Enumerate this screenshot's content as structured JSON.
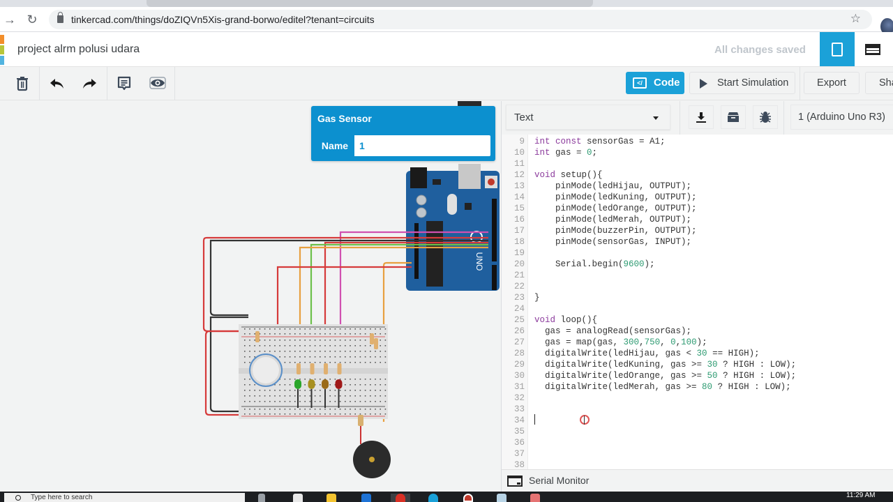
{
  "browser": {
    "url": "tinkercad.com/things/doZIQVn5Xis-grand-borwo/editel?tenant=circuits",
    "back_icon": "arrow-right-icon",
    "reload_icon": "reload-icon"
  },
  "header": {
    "project_title": "project alrm polusi udara",
    "save_status": "All changes saved",
    "logo_colors": [
      "#f28e2b",
      "#b8c63a",
      "#52b4e0"
    ]
  },
  "toolbar": {
    "code_label": "Code",
    "code_icon_text": "</",
    "start_simulation_label": "Start Simulation",
    "export_label": "Export",
    "share_label": "Share"
  },
  "inspector": {
    "title": "Gas Sensor",
    "field_label": "Name",
    "field_value": "1"
  },
  "code_panel": {
    "mode": "Text",
    "board": "1 (Arduino Uno R3)",
    "serial_monitor_label": "Serial Monitor",
    "lines": [
      {
        "n": "9",
        "segments": [
          [
            "kw",
            "int const"
          ],
          [
            "t",
            " sensorGas = A1;"
          ]
        ]
      },
      {
        "n": "10",
        "segments": [
          [
            "kw",
            "int"
          ],
          [
            "t",
            " gas = "
          ],
          [
            "num",
            "0"
          ],
          [
            "t",
            ";"
          ]
        ]
      },
      {
        "n": "11",
        "segments": []
      },
      {
        "n": "12",
        "segments": [
          [
            "kw",
            "void"
          ],
          [
            "t",
            " setup(){"
          ]
        ]
      },
      {
        "n": "13",
        "segments": [
          [
            "t",
            "    pinMode(ledHijau, OUTPUT);"
          ]
        ]
      },
      {
        "n": "14",
        "segments": [
          [
            "t",
            "    pinMode(ledKuning, OUTPUT);"
          ]
        ]
      },
      {
        "n": "15",
        "segments": [
          [
            "t",
            "    pinMode(ledOrange, OUTPUT);"
          ]
        ]
      },
      {
        "n": "16",
        "segments": [
          [
            "t",
            "    pinMode(ledMerah, OUTPUT);"
          ]
        ]
      },
      {
        "n": "17",
        "segments": [
          [
            "t",
            "    pinMode(buzzerPin, OUTPUT);"
          ]
        ]
      },
      {
        "n": "18",
        "segments": [
          [
            "t",
            "    pinMode(sensorGas, INPUT);"
          ]
        ]
      },
      {
        "n": "19",
        "segments": []
      },
      {
        "n": "20",
        "segments": [
          [
            "t",
            "    Serial.begin("
          ],
          [
            "num",
            "9600"
          ],
          [
            "t",
            ");"
          ]
        ]
      },
      {
        "n": "21",
        "segments": []
      },
      {
        "n": "22",
        "segments": []
      },
      {
        "n": "23",
        "segments": [
          [
            "t",
            "}"
          ]
        ]
      },
      {
        "n": "24",
        "segments": []
      },
      {
        "n": "25",
        "segments": [
          [
            "kw",
            "void"
          ],
          [
            "t",
            " loop(){"
          ]
        ]
      },
      {
        "n": "26",
        "segments": [
          [
            "t",
            "  gas = analogRead(sensorGas);"
          ]
        ]
      },
      {
        "n": "27",
        "segments": [
          [
            "t",
            "  gas = map(gas, "
          ],
          [
            "num",
            "300"
          ],
          [
            "t",
            ","
          ],
          [
            "num",
            "750"
          ],
          [
            "t",
            ", "
          ],
          [
            "num",
            "0"
          ],
          [
            "t",
            ","
          ],
          [
            "num",
            "100"
          ],
          [
            "t",
            ");"
          ]
        ]
      },
      {
        "n": "28",
        "segments": [
          [
            "t",
            "  digitalWrite(ledHijau, gas < "
          ],
          [
            "num",
            "30"
          ],
          [
            "t",
            " == HIGH);"
          ]
        ]
      },
      {
        "n": "29",
        "segments": [
          [
            "t",
            "  digitalWrite(ledKuning, gas >= "
          ],
          [
            "num",
            "30"
          ],
          [
            "t",
            " ? HIGH : LOW);"
          ]
        ]
      },
      {
        "n": "30",
        "segments": [
          [
            "t",
            "  digitalWrite(ledOrange, gas >= "
          ],
          [
            "num",
            "50"
          ],
          [
            "t",
            " ? HIGH : LOW);"
          ]
        ]
      },
      {
        "n": "31",
        "segments": [
          [
            "t",
            "  digitalWrite(ledMerah, gas >= "
          ],
          [
            "num",
            "80"
          ],
          [
            "t",
            " ? HIGH : LOW);"
          ]
        ]
      },
      {
        "n": "32",
        "segments": []
      },
      {
        "n": "33",
        "segments": []
      },
      {
        "n": "34",
        "segments": []
      },
      {
        "n": "35",
        "segments": []
      },
      {
        "n": "36",
        "segments": []
      },
      {
        "n": "37",
        "segments": []
      },
      {
        "n": "38",
        "segments": []
      }
    ]
  },
  "circuit": {
    "board_label": "UNO",
    "led_colors": [
      "#2aa52a",
      "#a89020",
      "#9a6a18",
      "#a01818"
    ],
    "wire_colors": {
      "red": "#d63a3a",
      "black": "#333333",
      "orange": "#e8a040",
      "green": "#6cc04a",
      "pink": "#d050b0",
      "magenta": "#c03090"
    }
  },
  "taskbar": {
    "search_placeholder": "Type here to search",
    "clock": "11:29 AM"
  }
}
